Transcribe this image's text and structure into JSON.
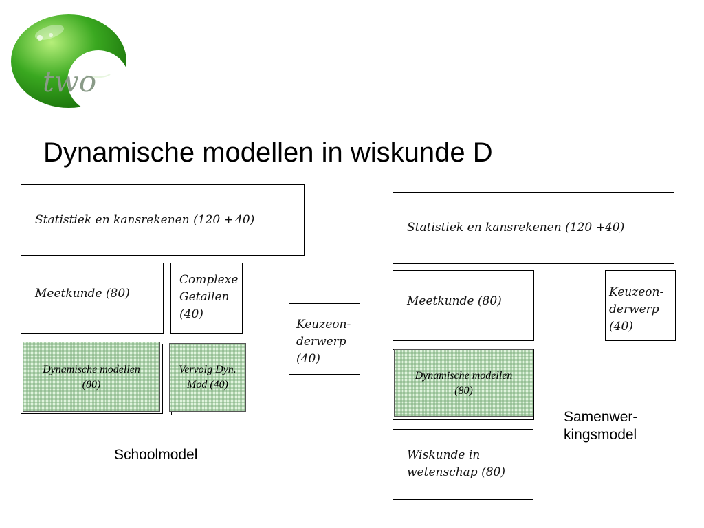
{
  "logo": {
    "text": "two"
  },
  "title": "Dynamische modellen in wiskunde D",
  "school": {
    "statistiek": "Statistiek en kansrekenen (120 +",
    "statistiek_extra": "40)",
    "meetkunde": "Meetkunde (80)",
    "complexe": "Complexe\nGetallen\n(40)",
    "keuze": "Keuzeon-\nderwerp\n(40)",
    "dynamische": "Dynamische modellen\n(80)",
    "vervolg": "Vervolg Dyn.\nMod (40)",
    "caption": "Schoolmodel"
  },
  "samen": {
    "statistiek": "Statistiek en kansrekenen (120 +",
    "statistiek_extra": "40)",
    "meetkunde": "Meetkunde (80)",
    "keuze": "Keuzeon-\nderwerp\n(40)",
    "dynamische": "Dynamische modellen\n(80)",
    "wiskunde": "Wiskunde in\nwetenschap (80)",
    "caption": "Samenwer-\nkingsmodel"
  }
}
